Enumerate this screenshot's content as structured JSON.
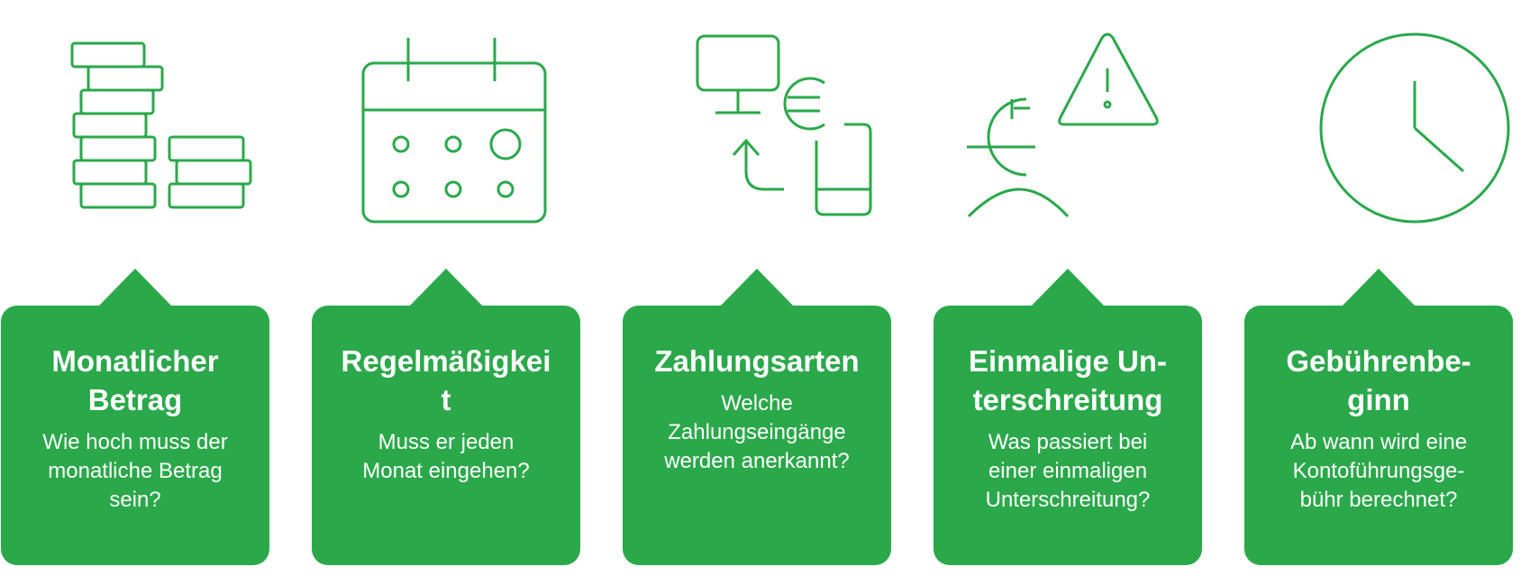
{
  "colors": {
    "accent": "#2aa84a",
    "text_on_accent": "#ffffff",
    "background": "#ffffff"
  },
  "items": [
    {
      "icon": "coin-stack-icon",
      "title": "Monatlicher\nBetrag",
      "text": "Wie hoch muss der\nmonatliche Betrag\nsein?"
    },
    {
      "icon": "calendar-icon",
      "title": "Regelmäßigkei\nt",
      "text": "Muss er jeden\nMonat eingehen?"
    },
    {
      "icon": "payment-methods-icon",
      "title": "Zahlungsarten",
      "text": "Welche\nZahlungseingänge\nwerden anerkannt?"
    },
    {
      "icon": "euro-person-warning-icon",
      "title": "Einmalige Un-\nterschreitung",
      "text": "Was passiert bei\neiner einmaligen\nUnterschreitung?"
    },
    {
      "icon": "clock-icon",
      "title": "Gebührenbe-\nginn",
      "text": "Ab wann wird eine\nKontoführungsge-\nbühr berechnet?"
    }
  ]
}
